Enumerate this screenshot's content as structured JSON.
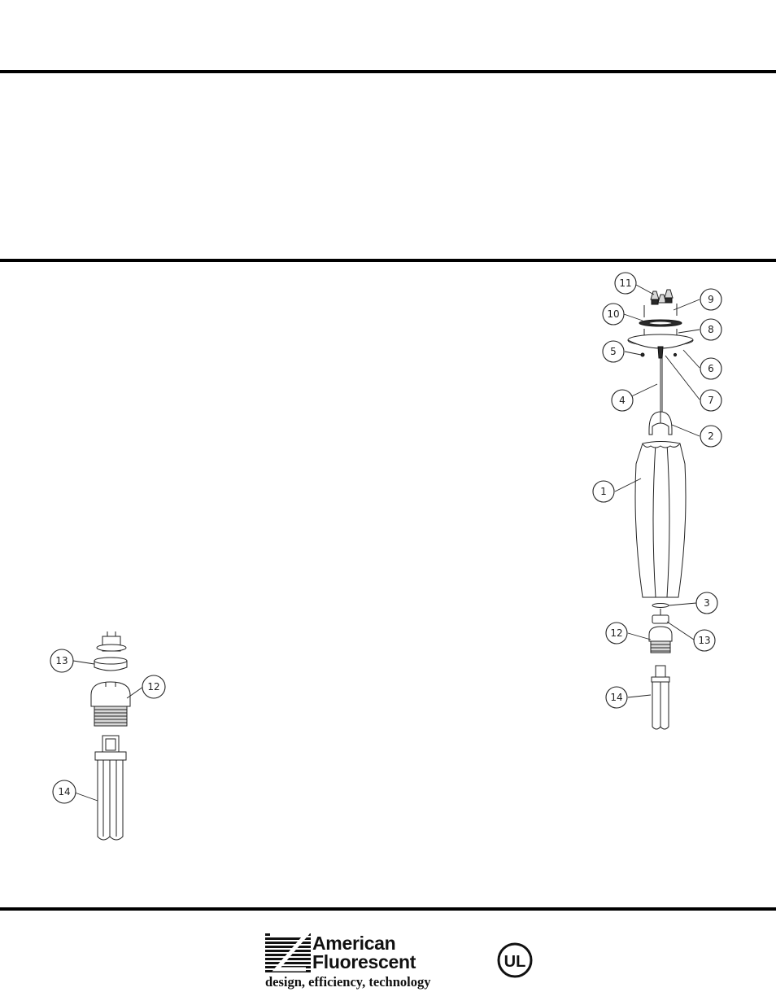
{
  "callouts": {
    "main": [
      "11",
      "9",
      "10",
      "8",
      "5",
      "6",
      "4",
      "7",
      "2",
      "1",
      "3",
      "12",
      "13",
      "14"
    ],
    "detail": [
      "13",
      "12",
      "14"
    ]
  },
  "footer": {
    "brand_line1": "American",
    "brand_line2": "Fluorescent",
    "tagline": "design, efficiency, technology",
    "logo_icon": "american-fluorescent-stripes-logo",
    "cert_icon": "ul-listed-mark",
    "cert_text": "UL"
  },
  "colors": {
    "rule": "#000000",
    "line_art": "#222222"
  }
}
